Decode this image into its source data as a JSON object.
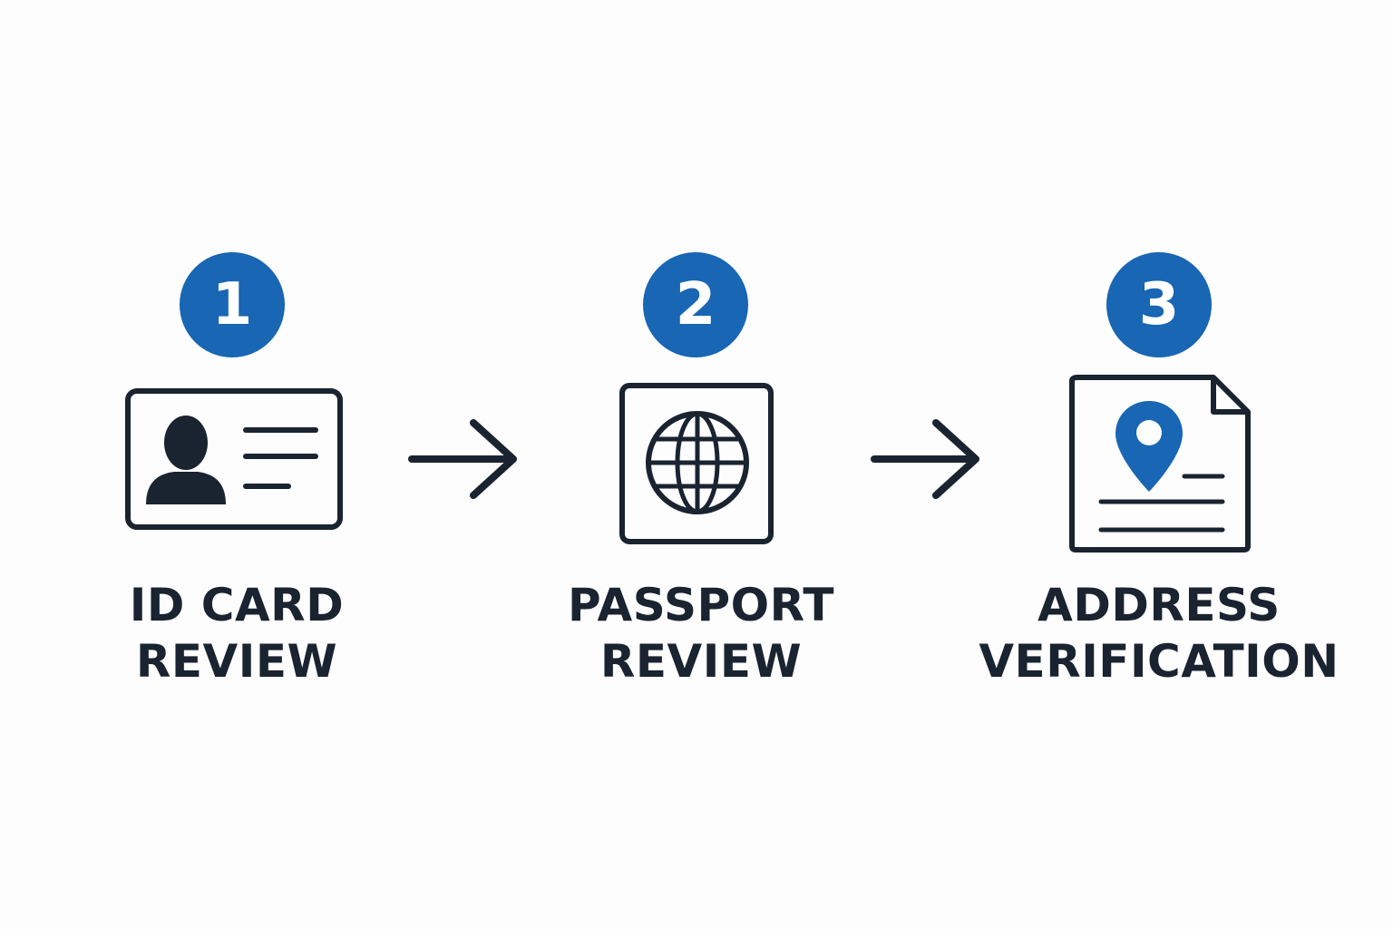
{
  "colors": {
    "accent": "#1866b4",
    "ink": "#1a2330",
    "background": "#fdfdfd"
  },
  "steps": [
    {
      "number": "1",
      "icon": "id-card-icon",
      "label_line1": "ID CARD",
      "label_line2": "REVIEW"
    },
    {
      "number": "2",
      "icon": "passport-globe-icon",
      "label_line1": "PASSPORT",
      "label_line2": "REVIEW"
    },
    {
      "number": "3",
      "icon": "address-document-location-icon",
      "label_line1": "ADDRESS",
      "label_line2": "VERIFICATION"
    }
  ],
  "connectors": [
    "arrow-right-icon",
    "arrow-right-icon"
  ]
}
